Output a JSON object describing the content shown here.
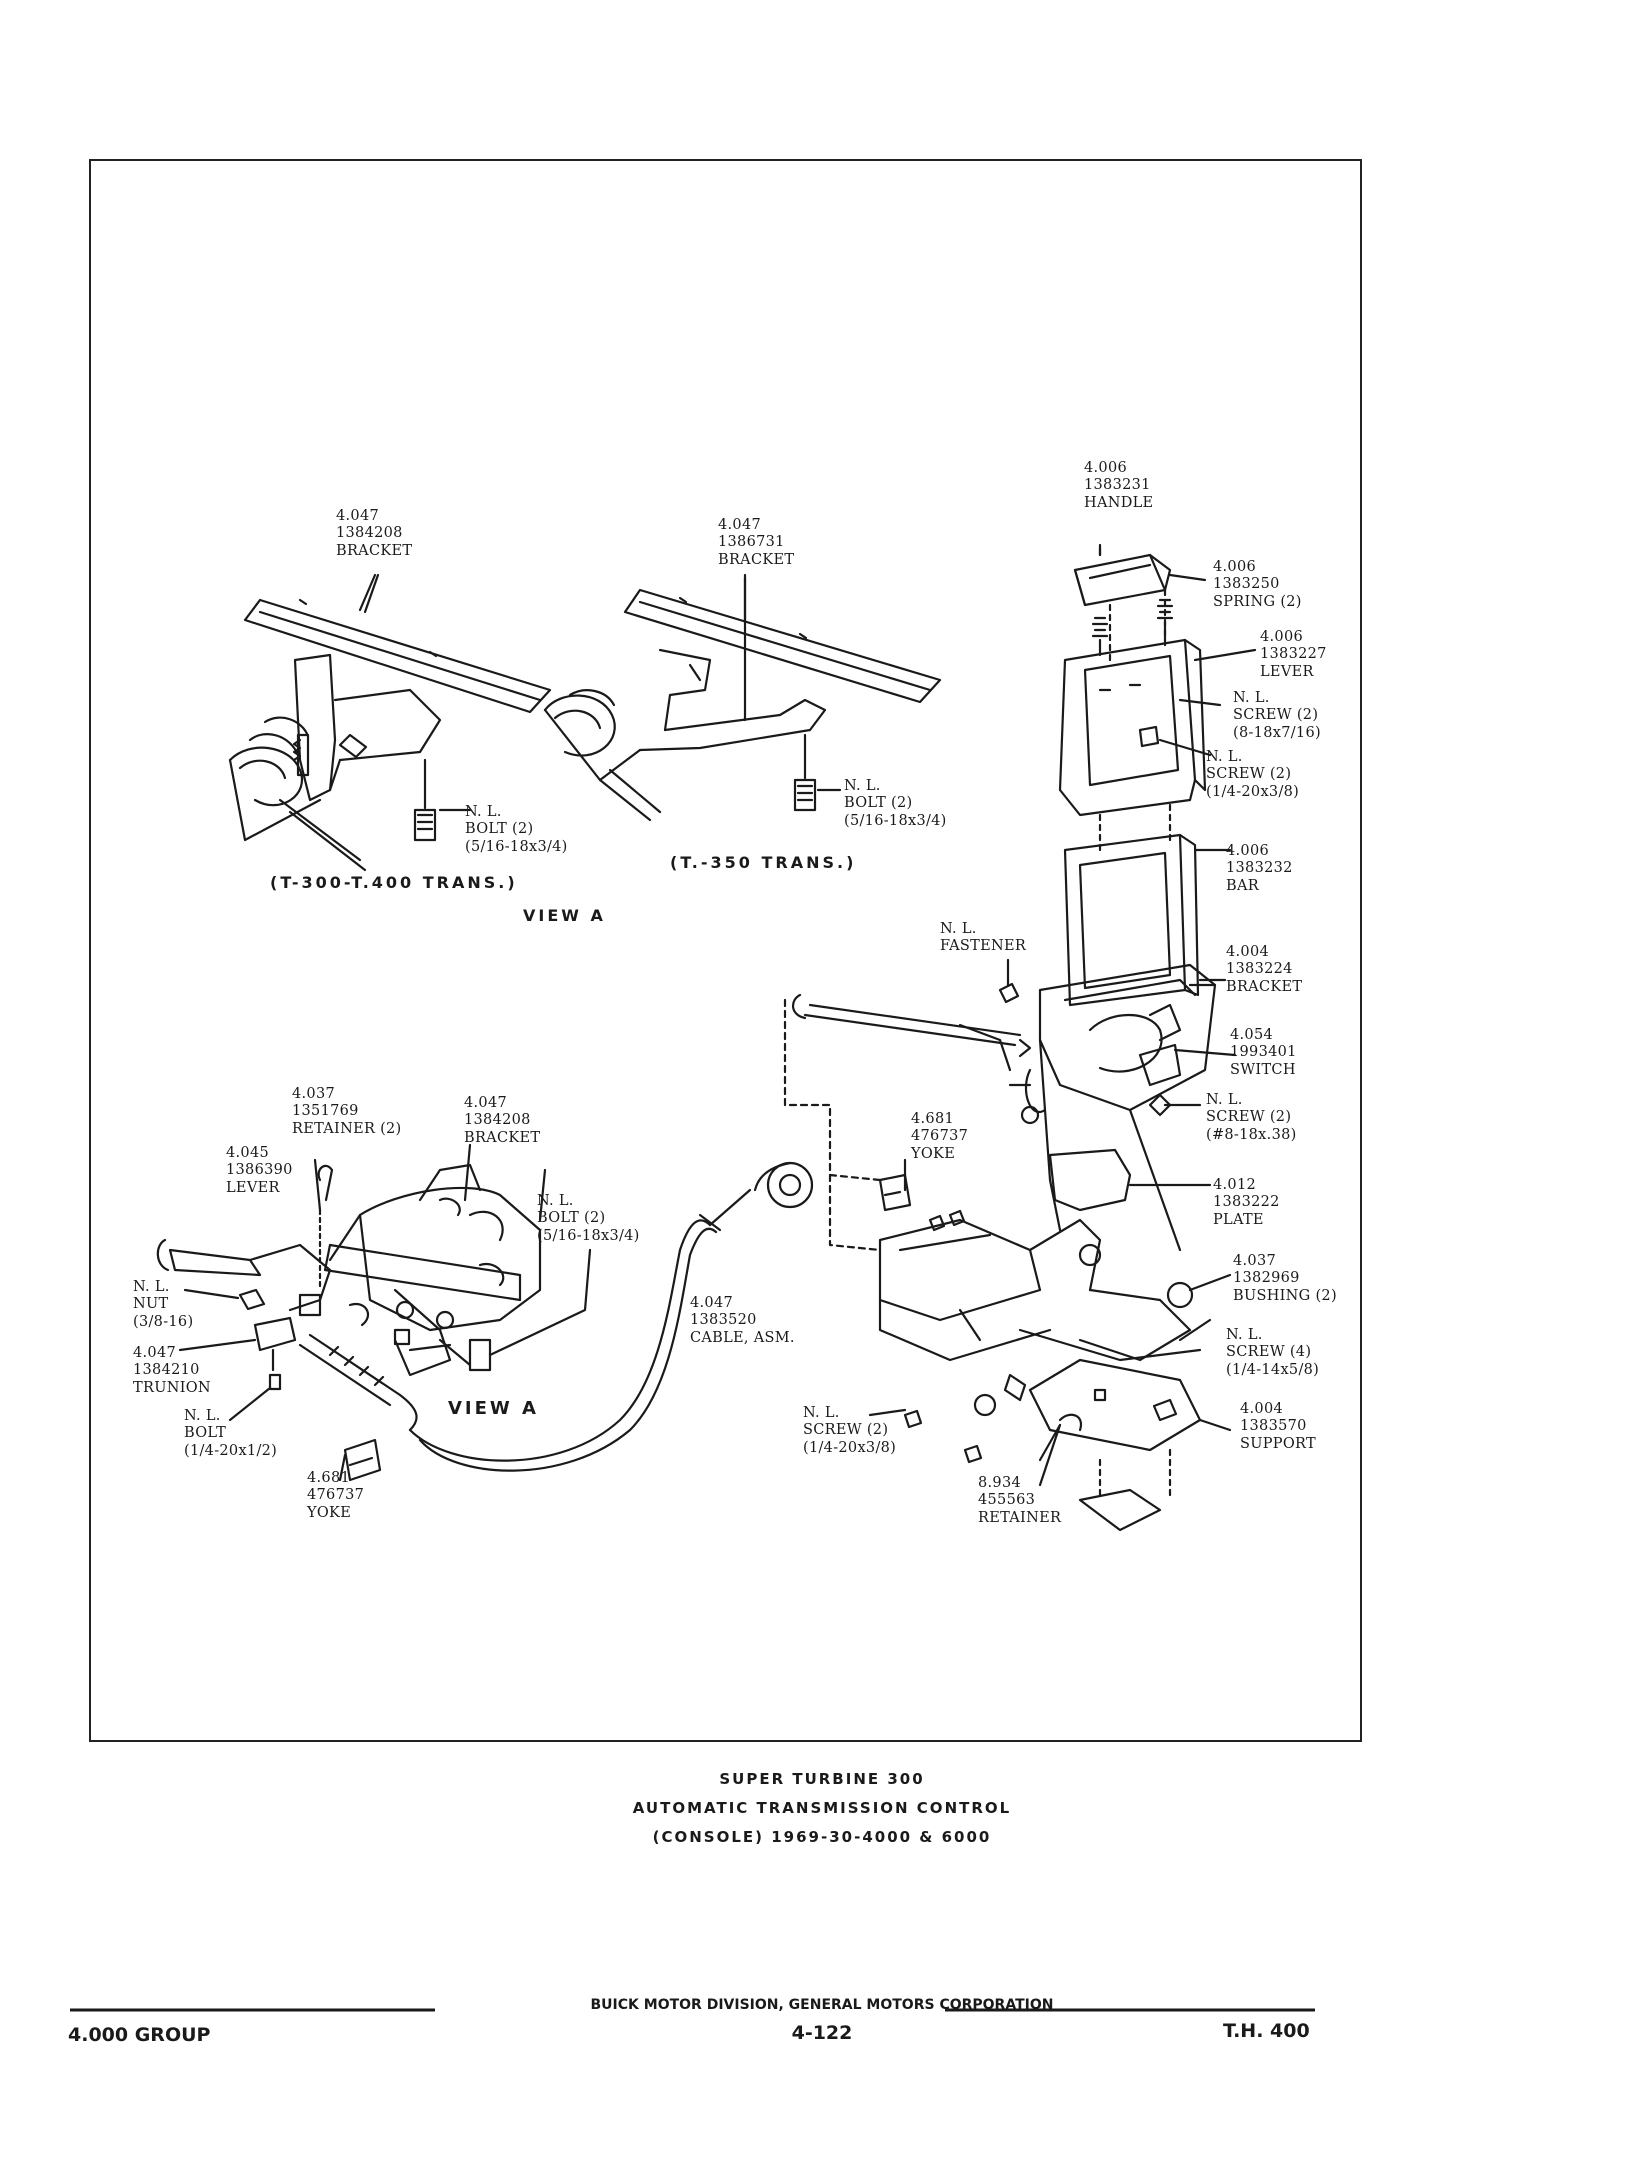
{
  "views": {
    "t300": "(T-300-T.400 TRANS.)",
    "t350": "(T.-350 TRANS.)",
    "view_a_top": "VIEW A",
    "view_a_bottom": "VIEW A"
  },
  "labels": [
    {
      "id": "bracket-t300",
      "lines": [
        "4.047",
        "1384208",
        "BRACKET"
      ]
    },
    {
      "id": "bracket-t350",
      "lines": [
        "4.047",
        "1386731",
        "BRACKET"
      ]
    },
    {
      "id": "bolt-t300",
      "lines": [
        "N. L.",
        "BOLT (2)",
        "(5/16-18x3/4)"
      ]
    },
    {
      "id": "bolt-t350",
      "lines": [
        "N. L.",
        "BOLT (2)",
        "(5/16-18x3/4)"
      ]
    },
    {
      "id": "handle",
      "lines": [
        "4.006",
        "1383231",
        "HANDLE"
      ]
    },
    {
      "id": "spring",
      "lines": [
        "4.006",
        "1383250",
        "SPRING (2)"
      ]
    },
    {
      "id": "lever-top",
      "lines": [
        "4.006",
        "1383227",
        "LEVER"
      ]
    },
    {
      "id": "screw-a",
      "lines": [
        "N. L.",
        "SCREW (2)",
        "(8-18x7/16)"
      ]
    },
    {
      "id": "screw-b",
      "lines": [
        "N. L.",
        "SCREW (2)",
        "(1/4-20x3/8)"
      ]
    },
    {
      "id": "bar",
      "lines": [
        "4.006",
        "1383232",
        "BAR"
      ]
    },
    {
      "id": "fastener",
      "lines": [
        "N. L.",
        "FASTENER"
      ]
    },
    {
      "id": "bracket-main",
      "lines": [
        "4.004",
        "1383224",
        "BRACKET"
      ]
    },
    {
      "id": "switch",
      "lines": [
        "4.054",
        "1993401",
        "SWITCH"
      ]
    },
    {
      "id": "screw-c",
      "lines": [
        "N. L.",
        "SCREW (2)",
        "(#8-18x.38)"
      ]
    },
    {
      "id": "plate",
      "lines": [
        "4.012",
        "1383222",
        "PLATE"
      ]
    },
    {
      "id": "bushing",
      "lines": [
        "4.037",
        "1382969",
        "BUSHING (2)"
      ]
    },
    {
      "id": "screw-d",
      "lines": [
        "N. L.",
        "SCREW (4)",
        "(1/4-14x5/8)"
      ]
    },
    {
      "id": "support",
      "lines": [
        "4.004",
        "1383570",
        "SUPPORT"
      ]
    },
    {
      "id": "retainer-bottom",
      "lines": [
        "8.934",
        "455563",
        "RETAINER"
      ]
    },
    {
      "id": "screw-e",
      "lines": [
        "N. L.",
        "SCREW (2)",
        "(1/4-20x3/8)"
      ]
    },
    {
      "id": "yoke-upper",
      "lines": [
        "4.681",
        "476737",
        "YOKE"
      ]
    },
    {
      "id": "cable",
      "lines": [
        "4.047",
        "1383520",
        "CABLE, ASM."
      ]
    },
    {
      "id": "retainer-left",
      "lines": [
        "4.037",
        "1351769",
        "RETAINER (2)"
      ]
    },
    {
      "id": "bracket-left",
      "lines": [
        "4.047",
        "1384208",
        "BRACKET"
      ]
    },
    {
      "id": "lever-left",
      "lines": [
        "4.045",
        "1386390",
        "LEVER"
      ]
    },
    {
      "id": "bolt-left",
      "lines": [
        "N. L.",
        "BOLT (2)",
        "(5/16-18x3/4)"
      ]
    },
    {
      "id": "nut",
      "lines": [
        "N. L.",
        "NUT",
        "(3/8-16)"
      ]
    },
    {
      "id": "trunion",
      "lines": [
        "4.047",
        "1384210",
        "TRUNION"
      ]
    },
    {
      "id": "bolt-small",
      "lines": [
        "N. L.",
        "BOLT",
        "(1/4-20x1/2)"
      ]
    },
    {
      "id": "yoke-lower",
      "lines": [
        "4.681",
        "476737",
        "YOKE"
      ]
    }
  ],
  "caption": {
    "line1": "SUPER TURBINE 300",
    "line2": "AUTOMATIC TRANSMISSION CONTROL",
    "line3": "(CONSOLE)  1969-30-4000 & 6000"
  },
  "footer": {
    "left": "4.000 GROUP",
    "center_top": "BUICK MOTOR DIVISION, GENERAL MOTORS CORPORATION",
    "center": "4-122",
    "right": "T.H. 400"
  }
}
